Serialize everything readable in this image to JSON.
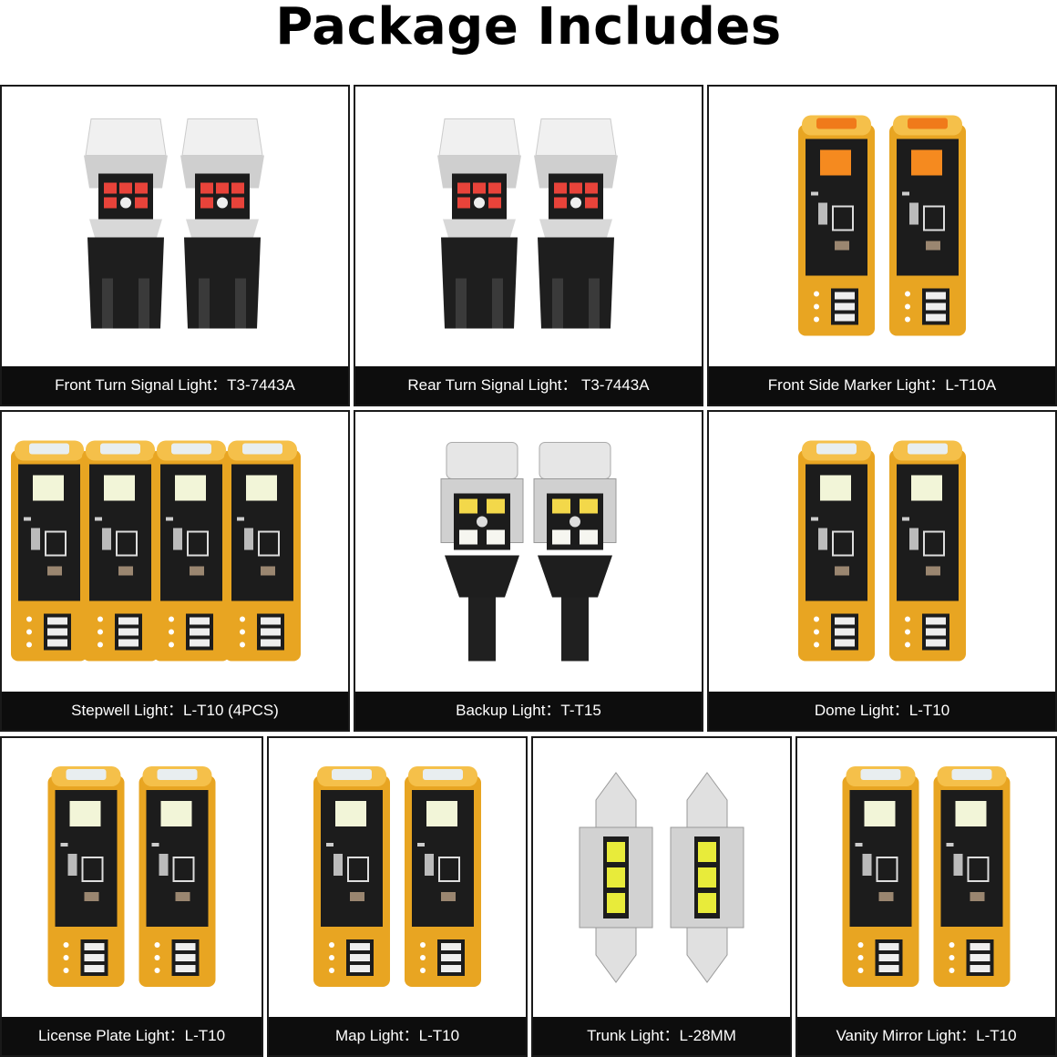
{
  "page_title": "Package Includes",
  "colors": {
    "caption_bg": "#0d0d0d",
    "pcb_gold": "#e8a522",
    "pcb_black": "#1c1c1c",
    "led_red": "#e8433a",
    "led_white": "#f4f4ee",
    "led_amber": "#f58a1f",
    "chip_white": "#e8eb3a"
  },
  "items": [
    {
      "caption": "Front Turn Signal Light：T3-7443A",
      "bulb": "7443-red",
      "count": 2
    },
    {
      "caption": "Rear Turn Signal Light：  T3-7443A",
      "bulb": "7443-red",
      "count": 2
    },
    {
      "caption": "Front Side Marker Light：L-T10A",
      "bulb": "t10-amber",
      "count": 2
    },
    {
      "caption": "Stepwell Light：L-T10 (4PCS)",
      "bulb": "t10-white",
      "count": 4
    },
    {
      "caption": "Backup Light：T-T15",
      "bulb": "t15-white",
      "count": 2
    },
    {
      "caption": "Dome Light：L-T10",
      "bulb": "t10-white",
      "count": 2
    },
    {
      "caption": "License Plate Light：L-T10",
      "bulb": "t10-white",
      "count": 2
    },
    {
      "caption": "Map Light：L-T10",
      "bulb": "t10-white",
      "count": 2
    },
    {
      "caption": "Trunk Light：L-28MM",
      "bulb": "festoon-white",
      "count": 2
    },
    {
      "caption": "Vanity Mirror Light：L-T10",
      "bulb": "t10-white",
      "count": 2
    }
  ]
}
